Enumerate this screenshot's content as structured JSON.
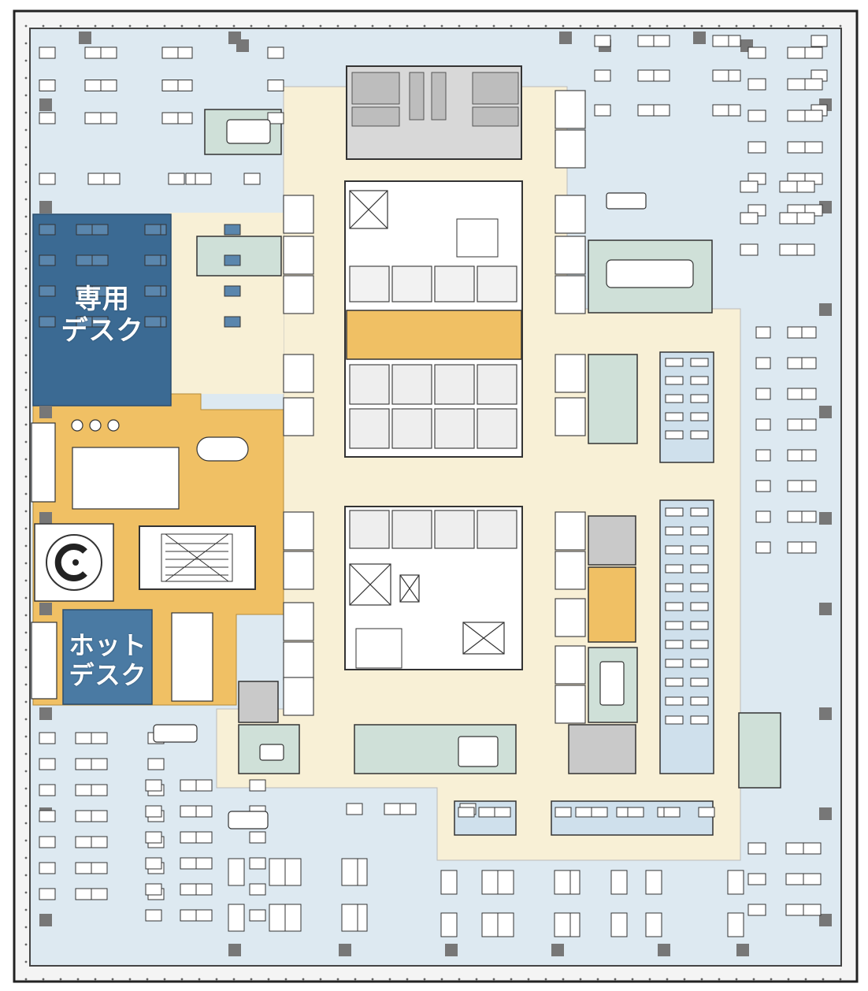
{
  "labels": {
    "dedicated_desk_line1": "専用",
    "dedicated_desk_line2": "デスク",
    "hot_desk_line1": "ホット",
    "hot_desk_line2": "デスク"
  },
  "colors": {
    "office_area": "#dde9f1",
    "corridor": "#f8f0d6",
    "lounge": "#f0c064",
    "dedicated_desk_zone": "#3b6a93",
    "hot_desk_zone": "#4a7aa3",
    "meeting_room": "#cfe0d8",
    "focus_booth": "#cfe0ec",
    "core": "#ffffff",
    "service_gray": "#c9c9c9",
    "wall": "#333333"
  },
  "icons": [
    "staircase-icon",
    "elevator-icon",
    "restroom-icon",
    "cafe-logo-icon",
    "desk-icon",
    "meeting-table-icon"
  ]
}
